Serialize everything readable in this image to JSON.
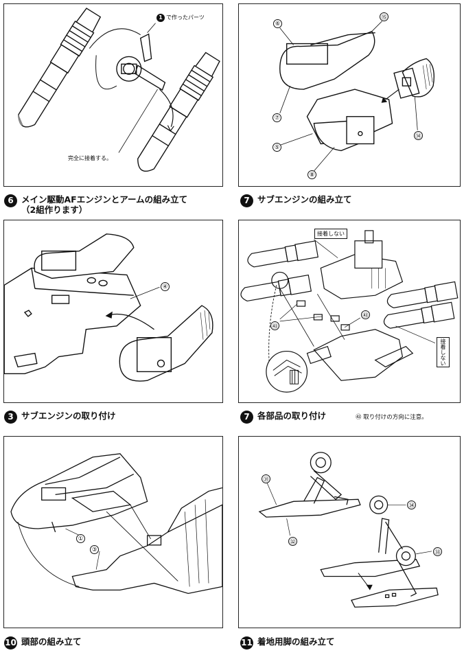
{
  "steps": [
    {
      "number": "6",
      "title": "メイン駆動AFエンジンとアームの組み立て",
      "subtitle": "（2組作ります）",
      "notes": {
        "made_parts_num": "1",
        "made_parts": "で作ったパーツ",
        "glue": "完全に接着する。"
      },
      "labels": []
    },
    {
      "number": "7",
      "title": "サブエンジンの組み立て",
      "subtitle": "",
      "labels": [
        "⑥",
        "⑮",
        "⑦",
        "⑭",
        "⑤",
        "⑧"
      ]
    },
    {
      "number": "3",
      "title": "サブエンジンの取り付け",
      "subtitle": "",
      "labels": [
        "④"
      ]
    },
    {
      "number": "7",
      "title": "各部品の取り付け",
      "subtitle": "",
      "notes": {
        "no_glue_1": "接着しない",
        "no_glue_2": "接着しない",
        "caution_num": "㊸",
        "caution": "取り付けの方向に注意。"
      },
      "labels": [
        "㊸",
        "㊸"
      ]
    },
    {
      "number": "10",
      "title": "頭部の組み立て",
      "subtitle": "",
      "labels": [
        "①",
        "③"
      ]
    },
    {
      "number": "11",
      "title": "着地用脚の組み立て",
      "subtitle": "",
      "labels": [
        "㉛",
        "㉜",
        "㉞",
        "㉝"
      ]
    }
  ]
}
